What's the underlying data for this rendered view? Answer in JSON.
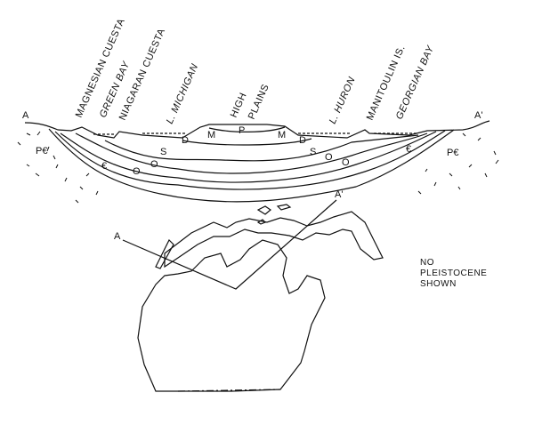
{
  "section_labels": {
    "magnesian_cuesta": "MAGNESIAN CUESTA",
    "green_bay": "GREEN BAY",
    "niagaran_cuesta": "NIAGARAN CUESTA",
    "lake_michigan": "L. MICHIGAN",
    "high": "HIGH",
    "plains": "PLAINS",
    "lake_huron": "L. HURON",
    "manitoulin": "MANITOULIN IS.",
    "georgian_bay": "GEORGIAN BAY"
  },
  "endpoints": {
    "a": "A",
    "a_prime": "A'"
  },
  "units": {
    "precambrian": "P€",
    "cambrian": "€",
    "ordovician": "O",
    "silurian": "S",
    "devonian": "D",
    "mississippian": "M",
    "pennsylvanian": "P"
  },
  "note": [
    "NO",
    "PLEISTOCENE",
    "SHOWN"
  ]
}
